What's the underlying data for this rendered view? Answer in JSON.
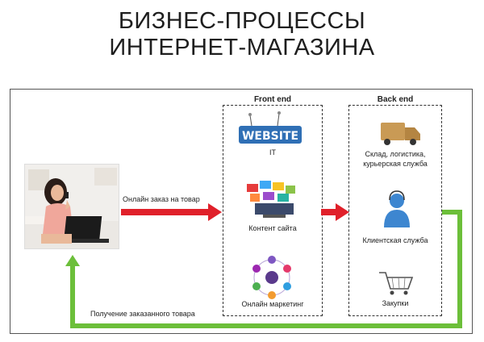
{
  "title_line1": "БИЗНЕС-ПРОЦЕССЫ",
  "title_line2": "ИНТЕРНЕТ-МАГАЗИНА",
  "front_end": {
    "header": "Front end",
    "items": [
      {
        "label": "IT",
        "logo_text": "WEBSITE"
      },
      {
        "label": "Контент сайта"
      },
      {
        "label": "Онлайн маркетинг"
      }
    ]
  },
  "back_end": {
    "header": "Back end",
    "items": [
      {
        "label_line1": "Склад, логистика,",
        "label_line2": "курьерская служба"
      },
      {
        "label": "Клиентская служба"
      },
      {
        "label": "Закупки"
      }
    ]
  },
  "flows": {
    "order": "Онлайн заказ на товар",
    "delivery": "Получение заказанного товара"
  },
  "colors": {
    "red_arrow": "#e0202a",
    "green_arrow": "#6cbf3a",
    "truck": "#c99a55",
    "person": "#3d86d0"
  }
}
